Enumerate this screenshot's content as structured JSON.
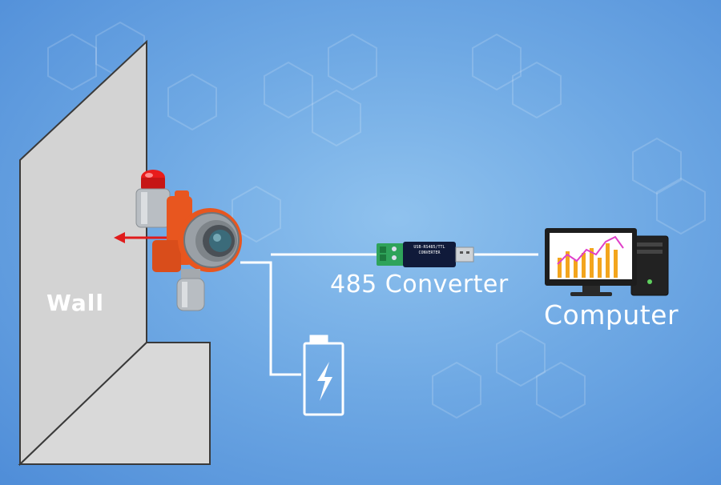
{
  "labels": {
    "wall": "Wall",
    "converter": "485 Converter",
    "computer": "Computer",
    "converter_device_text": "USB-RS485/TTL",
    "converter_device_subtext": "CONVERTER"
  },
  "icons": {
    "battery": "battery-charging-icon",
    "arrow": "red-arrow-left-icon"
  },
  "colors": {
    "background": "#6fa9e4",
    "wall": "#d3d3d3",
    "detector_body": "#e8561f",
    "alarm_light": "#e81c1c",
    "arrow": "#e01b1b",
    "wire": "#ffffff",
    "chart_bars": "#f3a51d",
    "chart_line": "#e040c8"
  }
}
